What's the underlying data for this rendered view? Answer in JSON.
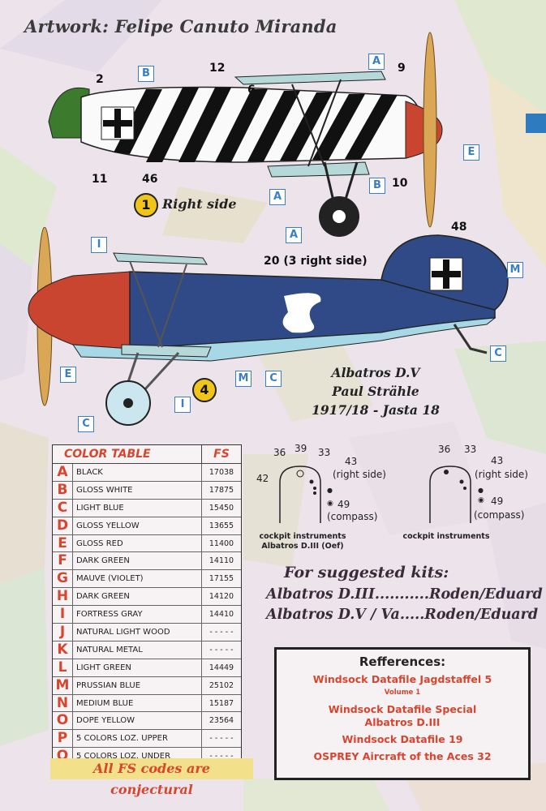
{
  "artwork_credit": "Artwork: Felipe Canuto Miranda",
  "profiles": {
    "top": {
      "number": "1",
      "side_label": "Right side",
      "callouts": [
        "2",
        "12",
        "6",
        "9",
        "11",
        "46",
        "10"
      ],
      "tags": [
        "B",
        "A",
        "E",
        "B",
        "A",
        "A"
      ]
    },
    "bottom": {
      "number": "4",
      "callouts": [
        "48",
        "20 (3 right side)"
      ],
      "tags": [
        "I",
        "M",
        "E",
        "M",
        "C",
        "I",
        "C",
        "C"
      ]
    }
  },
  "aircraft_info": {
    "name": "Albatros D.V",
    "pilot": "Paul Strähle",
    "unit": "1917/18 - Jasta 18"
  },
  "color_table": {
    "title": "COLOR TABLE",
    "fs_header": "FS",
    "rows": [
      {
        "letter": "A",
        "name": "BLACK",
        "fs": "17038"
      },
      {
        "letter": "B",
        "name": "GLOSS WHITE",
        "fs": "17875"
      },
      {
        "letter": "C",
        "name": "LIGHT BLUE",
        "fs": "15450"
      },
      {
        "letter": "D",
        "name": "GLOSS YELLOW",
        "fs": "13655"
      },
      {
        "letter": "E",
        "name": "GLOSS RED",
        "fs": "11400"
      },
      {
        "letter": "F",
        "name": "DARK GREEN",
        "fs": "14110"
      },
      {
        "letter": "G",
        "name": "MAUVE (VIOLET)",
        "fs": "17155"
      },
      {
        "letter": "H",
        "name": "DARK GREEN",
        "fs": "14120"
      },
      {
        "letter": "I",
        "name": "FORTRESS GRAY",
        "fs": "14410"
      },
      {
        "letter": "J",
        "name": "NATURAL LIGHT WOOD",
        "fs": "- - - - -"
      },
      {
        "letter": "K",
        "name": "NATURAL METAL",
        "fs": "- - - - -"
      },
      {
        "letter": "L",
        "name": "LIGHT GREEN",
        "fs": "14449"
      },
      {
        "letter": "M",
        "name": "PRUSSIAN BLUE",
        "fs": "25102"
      },
      {
        "letter": "N",
        "name": "MEDIUM BLUE",
        "fs": "15187"
      },
      {
        "letter": "O",
        "name": "DOPE YELLOW",
        "fs": "23564"
      },
      {
        "letter": "P",
        "name": "5 COLORS LOZ. UPPER",
        "fs": "- - - - -"
      },
      {
        "letter": "Q",
        "name": "5 COLORS LOZ. UNDER",
        "fs": "- - - - -"
      }
    ],
    "note": "All FS codes are conjectural"
  },
  "cockpit": {
    "left": {
      "nums": [
        "36",
        "39",
        "33",
        "42",
        "43",
        "(right side)",
        "49",
        "(compass)"
      ],
      "label_1": "cockpit instruments",
      "label_2": "Albatros D.III (Oef)"
    },
    "right": {
      "nums": [
        "36",
        "33",
        "43",
        "(right side)",
        "49",
        "(compass)"
      ],
      "label": "cockpit instruments"
    }
  },
  "kits": {
    "heading": "For suggested kits:",
    "line_1": "Albatros D.III...........Roden/Eduard",
    "line_2": "Albatros D.V / Va.....Roden/Eduard"
  },
  "references": {
    "title": "Refferences:",
    "items": [
      {
        "text": "Windsock Datafile Jagdstaffel 5",
        "sub": "Volume 1"
      },
      {
        "text": "Windsock Datafile Special",
        "sub2": "Albatros D.III"
      },
      {
        "text": "Windsock Datafile 19"
      },
      {
        "text": "OSPREY Aircraft of the Aces 32"
      }
    ]
  },
  "colors": {
    "accent_red": "#d8452f",
    "tag_blue": "#3a7fc4",
    "prussian_blue": "#2f4a86",
    "light_blue": "#a6d8e6",
    "gloss_red": "#c9452f"
  }
}
